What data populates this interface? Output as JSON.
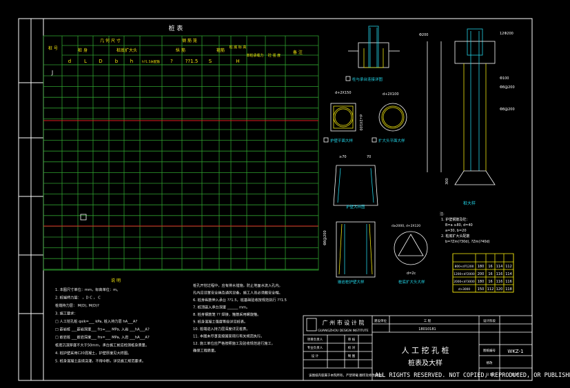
{
  "colors": {
    "background": "#000000",
    "frame": "#ffffff",
    "grid": "#2fa12f",
    "red_line": "#e02020",
    "cyan": "#22d3e6",
    "yellow": "#f2e60f",
    "magenta": "#d23ad2",
    "text": "#f2f2f2"
  },
  "pile_table": {
    "title": "桩        表",
    "col_no": "桩 号",
    "group_geom": "几 何 尺 寸",
    "group_reinf": "钢 筋 笼",
    "group_h": "桩 底 标 高",
    "group_single": "单桩承载力",
    "group_concrete": "砼 强 度",
    "group_remark": "备 注",
    "sub_body": "桩 身",
    "sub_bell": "桩底扩大头",
    "sub_long": "纵 筋",
    "sub_stir": "箍筋",
    "cols": [
      "d",
      "L",
      "D",
      "b",
      "h",
      "h?1.5米配筋",
      "?",
      "??1.5",
      "S",
      "H"
    ],
    "first_row_no": "J"
  },
  "notes": {
    "title": "说  明",
    "lines": [
      "1. 本图尺寸单位：mm，标高单位：m。",
      "2. 桩端持力层：         ，D    C   ，  C",
      "   桩端持力层：     M(D), M(D)?",
      "3. 施工要求：",
      "   □ 人工挖孔桩        qsik=___ kPa, 桩入持力层 hA___A?",
      "   □ 嵌岩桩 ___嵌岩深度___  frs=___ MPa, 入岩 ___hA___A?",
      "   □ 嵌岩桩 ___嵌岩深度___  frs=___ MPa, 入岩 ___hA___A?",
      "   桩底沉渣厚度不大于50mm，承台施工前应检测桩身质量。",
      "4. 桩护壁采用C20混凝土，护壁厚度见大样图。",
      "5. 桩身混凝土连续浇灌，不得中断，详见施工规范要求。"
    ],
    "lines_right": [
      "桩孔开挖过程中，应有排水措施，防止地面水流入孔内。",
      "孔内应设置安全绳及通风设备，施工人员必须戴安全帽。",
      "6. 桩身纵筋伸入承台 ??1.5，桩基础验收按规范执行 ??1.5",
      "7. 桩顶嵌入承台深度 ______ mm。",
      "8. 桩身钢筋笼 ?? 焊接，箍筋采用螺旋箍。",
      "9. 桩身混凝土强度等级详见桩表。",
      "10. 桩端进入持力层深度详见桩表。",
      "11. 本图未尽事宜按国家现行有关规范执行。",
      "12. 施工单位应严格按照施工及验收规范进行施工，",
      "    确保工程质量。"
    ]
  },
  "details": {
    "d1": "柱与承台连接详图",
    "d2": "护壁平面大样",
    "d3": "扩大头平面大样",
    "d4": "护壁大样图",
    "d5": "桩大样",
    "d6": "嵌岩桩护壁大样",
    "d7": "桩底扩大头大样",
    "dim_d2a": "d+2X150",
    "dim_d2b": "d+2X100",
    "dim_side": "d+2X100",
    "dim_p1": "≥70",
    "dim_p2": "70",
    "dim_d200": "Φ200",
    "dim_12200": "12Φ200",
    "dim_sp1": "Φ8@200",
    "dim_sp2": "Φ8@200",
    "dim_sp3": "Φ8@200",
    "dim_100": "Φ100",
    "dim_300": "300",
    "dim_d2c": "d=2c",
    "dim_big": "d≥2000, d+2X120",
    "note_a": "注:",
    "note_b": "1. 护壁钢筋及砼：",
    "note_c": "B=a ≥80, d=40",
    "note_d": "a=30, b=20",
    "note_e": "2. 桩底扩大头配筋",
    "note_f": "b=?Zm(?30d),  ?Zm(?40d)"
  },
  "small_table": {
    "rows": [
      [
        "800<d?1200",
        "180",
        "16",
        "114",
        "112"
      ],
      [
        "1200<d?2000",
        "200",
        "16",
        "116",
        "114"
      ],
      [
        "2000<d?3000",
        "180",
        "16",
        "116",
        "116"
      ],
      [
        "d>3000",
        "150",
        "112",
        "120",
        "118"
      ]
    ]
  },
  "title_block": {
    "company": "广 州 市 设 计 院",
    "company_en": "GUANGZHOU DESIGN INSTITUTE",
    "r1a": "项目负责人",
    "r1b": "审 核",
    "r2a": "专业负责人",
    "r2b": "校 对",
    "r3a": "设 计",
    "r3b": "制 图",
    "hdr_a": "建设单位",
    "hdr_b": "工 程",
    "date_no": "18010181",
    "title_1": "人 工 挖 孔 桩",
    "title_2": "桩表及大样",
    "phase": "设计阶段",
    "sheet": "图纸编号",
    "code": "WKZ-1",
    "rev": "修改",
    "foot_a": "日 期",
    "foot_b": "比 例",
    "bottom_left": "该图纸内容属于本院所有，严禁转载 翻印及修改(原图)",
    "copyright": "ALL RIGHTS RESERVED. NOT COPIED, REPRODUCED, OR PUBLISHED."
  }
}
